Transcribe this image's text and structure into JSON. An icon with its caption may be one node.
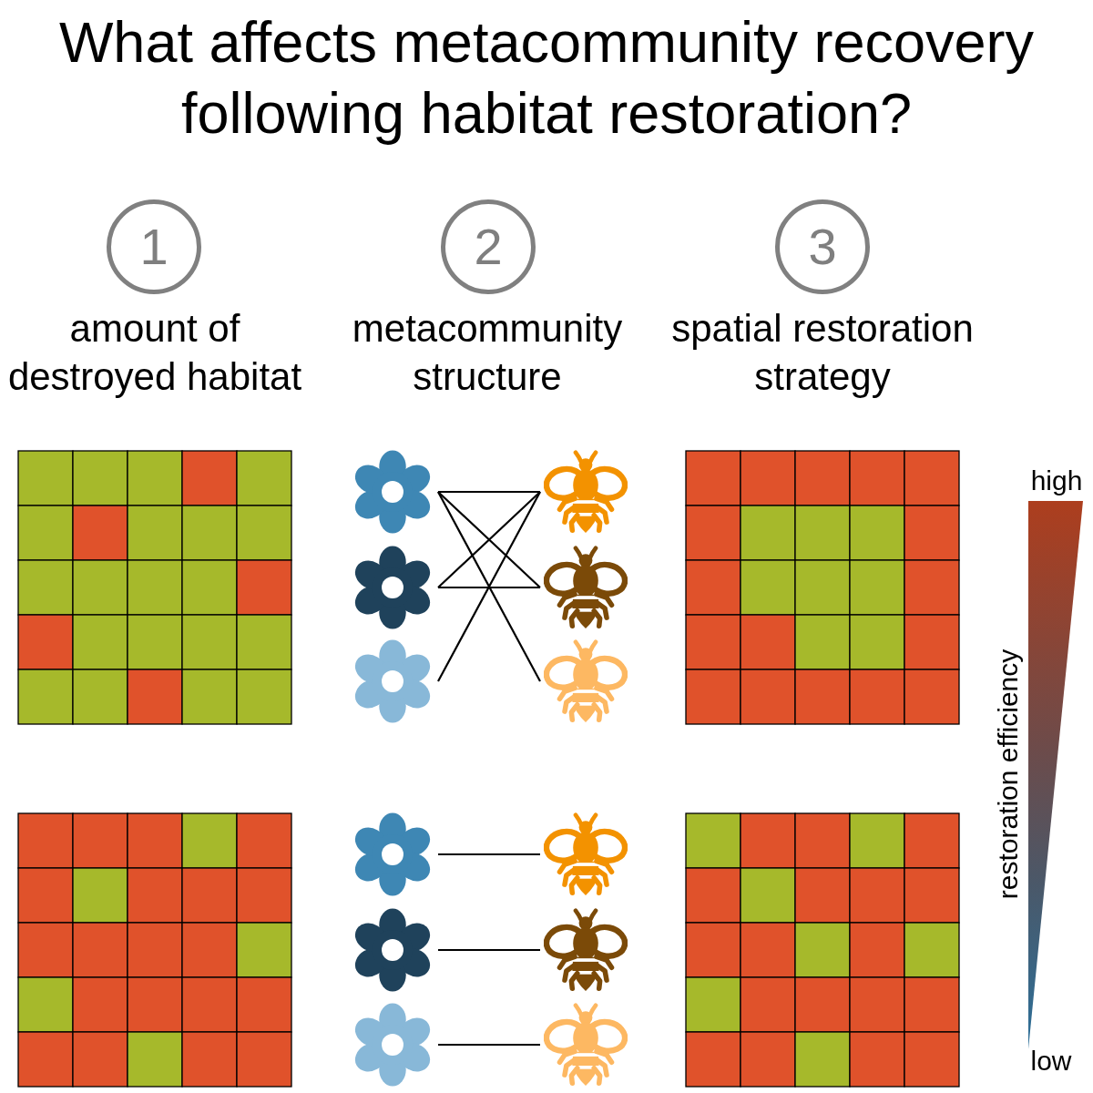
{
  "diagram": {
    "title": "What affects metacommunity recovery following habitat restoration?",
    "nodes": [
      {
        "text": [
          "1"
        ],
        "beside": [
          "amount of destroyed habitat"
        ]
      },
      {
        "text": [
          "2"
        ],
        "beside": [
          "metacommunity structure"
        ]
      },
      {
        "text": [
          "3"
        ],
        "beside": [
          "spatial restoration strategy"
        ]
      },
      {
        "text": [],
        "shape": "picture"
      },
      {
        "text": [],
        "shape": "picture"
      },
      {
        "text": [],
        "shape": "picture"
      },
      {
        "text": [],
        "shape": "picture"
      },
      {
        "text": [],
        "shape": "picture"
      },
      {
        "text": [],
        "shape": "picture"
      },
      {
        "text": [],
        "shape": "picture"
      },
      {
        "text": [],
        "shape": "picture"
      },
      {
        "text": [],
        "shape": "picture"
      },
      {
        "text": [],
        "shape": "picture"
      },
      {
        "text": [],
        "shape": "picture"
      },
      {
        "text": [],
        "shape": "picture"
      },
      {
        "text": [],
        "shape": "triangle",
        "beside": [
          "high",
          "restoration efficiency",
          "low"
        ]
      }
    ],
    "edges": [
      {
        "from": 3,
        "to": 4,
        "arrow": "none"
      },
      {
        "from": 3,
        "to": 6,
        "arrow": "none"
      },
      {
        "from": 3,
        "to": 8,
        "arrow": "none"
      },
      {
        "from": 5,
        "to": 4,
        "arrow": "none"
      },
      {
        "from": 5,
        "to": 6,
        "arrow": "none"
      },
      {
        "from": 7,
        "to": 4,
        "arrow": "none"
      },
      {
        "from": 9,
        "to": 10,
        "arrow": "none"
      },
      {
        "from": 11,
        "to": 12,
        "arrow": "none"
      },
      {
        "from": 13,
        "to": 14,
        "arrow": "none"
      }
    ]
  }
}
